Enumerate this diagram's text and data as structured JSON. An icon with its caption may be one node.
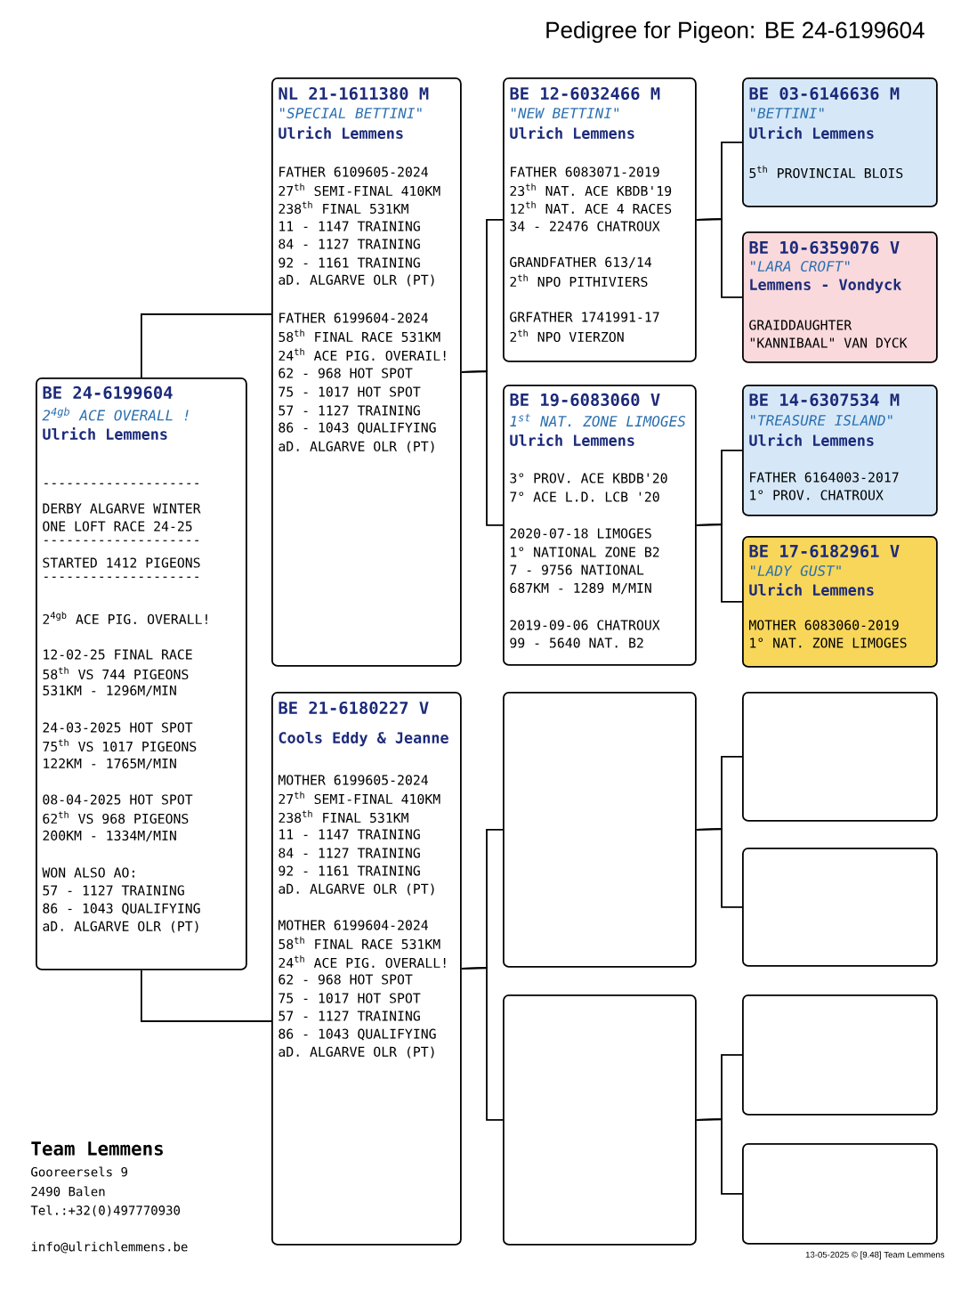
{
  "diagram": {
    "title": "Pedigree for Pigeon: BE 24-6199604",
    "nodes": [
      {
        "text": [
          "BE 24-6199604",
          "2$^{4gb}$ ACE OVERALL !",
          "Ulrich Lemmens",
          "--------------------",
          "DERBY ALGARVE WINTER",
          "ONE LOFT RACE 24-25",
          "--------------------",
          "STARTED 1412 PIGEONS",
          "--------------------",
          "2$^{4gb}$ ACE PIG. OVERALL!",
          "12-02-25 FINAL RACE",
          "58$^{th}$ VS 744 PIGEONS",
          "531KM - 1296M/MIN",
          "24-03-2025 HOT SPOT",
          "75$^{th}$ VS 1017 PIGEONS",
          "122KM - 1765M/MIN",
          "08-04-2025 HOT SPOT",
          "62$^{th}$ VS 968 PIGEONS",
          "200KM - 1334M/MIN",
          "WON ALSO AO:",
          "57 - 1127 TRAINING",
          "86 - 1043 QUALIFYING",
          "aD. ALGARVE OLR (PT)"
        ]
      },
      {
        "text": [
          "NL 21-1611380 M",
          "\"SPECIAL BETTINI\"",
          "Ulrich Lemmens",
          "FATHER 6109605-2024",
          "27$^{th}$ SEMI-FINAL 410KM",
          "238$^{th}$ FINAL 531KM",
          "11 - 1147 TRAINING",
          "84 - 1127 TRAINING",
          "92 - 1161 TRAINING",
          "aD. ALGARVE OLR (PT)",
          "FATHER 6199604-2024",
          "58$^{th}$ FINAL RACE 531KM",
          "24$^{th}$ ACE PIG. OVERAIL!",
          "62 - 968 HOT SPOT",
          "75 - 1017 HOT SPOT",
          "57 - 1127 TRAINING",
          "86 - 1043 QUALIFYING",
          "aD. ALGARVE OLR (PT)"
        ]
      },
      {
        "text": [
          "BE 21-6180227 V",
          "Cools Eddy & Jeanne",
          "MOTHER 6199605-2024",
          "27$^{th}$ SEMI-FINAL 410KM",
          "238$^{th}$ FINAL 531KM",
          "11 - 1147 TRAINING",
          "84 - 1127 TRAINING",
          "92 - 1161 TRAINING",
          "aD. ALGARVE OLR (PT)",
          "MOTHER 6199604-2024",
          "58$^{th}$ FINAL RACE 531KM",
          "24$^{th}$ ACE PIG. OVERALL!",
          "62 - 968 HOT SPOT",
          "75 - 1017 HOT SPOT",
          "57 - 1127 TRAINING",
          "86 - 1043 QUALIFYING",
          "aD. ALGARVE OLR (PT)"
        ]
      },
      {
        "text": [
          "BE 12-6032466 M",
          "\"NEW BETTINI\"",
          "Ulrich Lemmens",
          "FATHER 6083071-2019",
          "23$^{th}$ NAT. ACE KBDB'19",
          "12$^{th}$ NAT. ACE 4 RACES",
          "34 - 22476 CHATROUX",
          "GRANDFATHER 613/14",
          "2$^{th}$ NPO PITHIVIERS",
          "GRFATHER 1741991-17",
          "2$^{th}$ NPO VIERZON"
        ]
      },
      {
        "text": [
          "BE 19-6083060 V",
          "1$^{st}$ NAT. ZONE LIMOGES",
          "Ulrich Lemmens",
          "3° PROV. ACE KBDB'20",
          "7° ACE L.D. LCB '20",
          "2020-07-18 LIMOGES",
          "1° NATIONAL ZONE B2",
          "7 - 9756 NATIONAL",
          "687KM - 1289 M/MIN",
          "2019-09-06 CHATROUX",
          "99 - 5640 NAT. B2"
        ]
      },
      {
        "text": [],
        "shape": "box"
      },
      {
        "text": [],
        "shape": "box"
      },
      {
        "text": [
          "BE 03-6146636 M",
          "\"BETTINI\"",
          "Ulrich Lemmens",
          "5$^{th}$ PROVINCIAL BLOIS"
        ]
      },
      {
        "text": [
          "BE 10-6359076 V",
          "\"LARA CROFT\"",
          "Lemmens - Vondyck",
          "GRAIDDAUGHTER",
          "\"KANNIBAAL\" VAN DYCK"
        ]
      },
      {
        "text": [
          "BE 14-6307534 M",
          "\"TREASURE ISLAND\"",
          "Ulrich Lemmens",
          "FATHER 6164003-2017",
          "1° PROV. CHATROUX"
        ]
      },
      {
        "text": [
          "BE 17-6182961 V",
          "\"LADY GUST\"",
          "Ulrich Lemmens",
          "MOTHER 6083060-2019",
          "1° NAT. ZONE LIMOGES"
        ]
      },
      {
        "text": [],
        "shape": "box"
      },
      {
        "text": [],
        "shape": "box"
      },
      {
        "text": [],
        "shape": "box"
      },
      {
        "text": [],
        "shape": "box"
      }
    ],
    "edges": [
      {
        "from": 0,
        "to": 1,
        "arrow": "none"
      },
      {
        "from": 0,
        "to": 2,
        "arrow": "none"
      },
      {
        "from": 1,
        "to": 3,
        "arrow": "none"
      },
      {
        "from": 1,
        "to": 4,
        "arrow": "none"
      },
      {
        "from": 2,
        "to": 5,
        "arrow": "none"
      },
      {
        "from": 2,
        "to": 6,
        "arrow": "none"
      },
      {
        "from": 3,
        "to": 7,
        "arrow": "none"
      },
      {
        "from": 3,
        "to": 8,
        "arrow": "none"
      },
      {
        "from": 4,
        "to": 9,
        "arrow": "none"
      },
      {
        "from": 4,
        "to": 10,
        "arrow": "none"
      },
      {
        "from": 5,
        "to": 11,
        "arrow": "none"
      },
      {
        "from": 5,
        "to": 12,
        "arrow": "none"
      },
      {
        "from": 6,
        "to": 13,
        "arrow": "none"
      },
      {
        "from": 6,
        "to": 14,
        "arrow": "none"
      }
    ],
    "labels": [
      "Team Lemmens",
      "Gooreersels 9",
      "2490 Balen",
      "Tel.:+32(0)497770930",
      "info@ulrichlemmens.be",
      "13-05-2025 © [9.48] Team Lemmens"
    ]
  }
}
